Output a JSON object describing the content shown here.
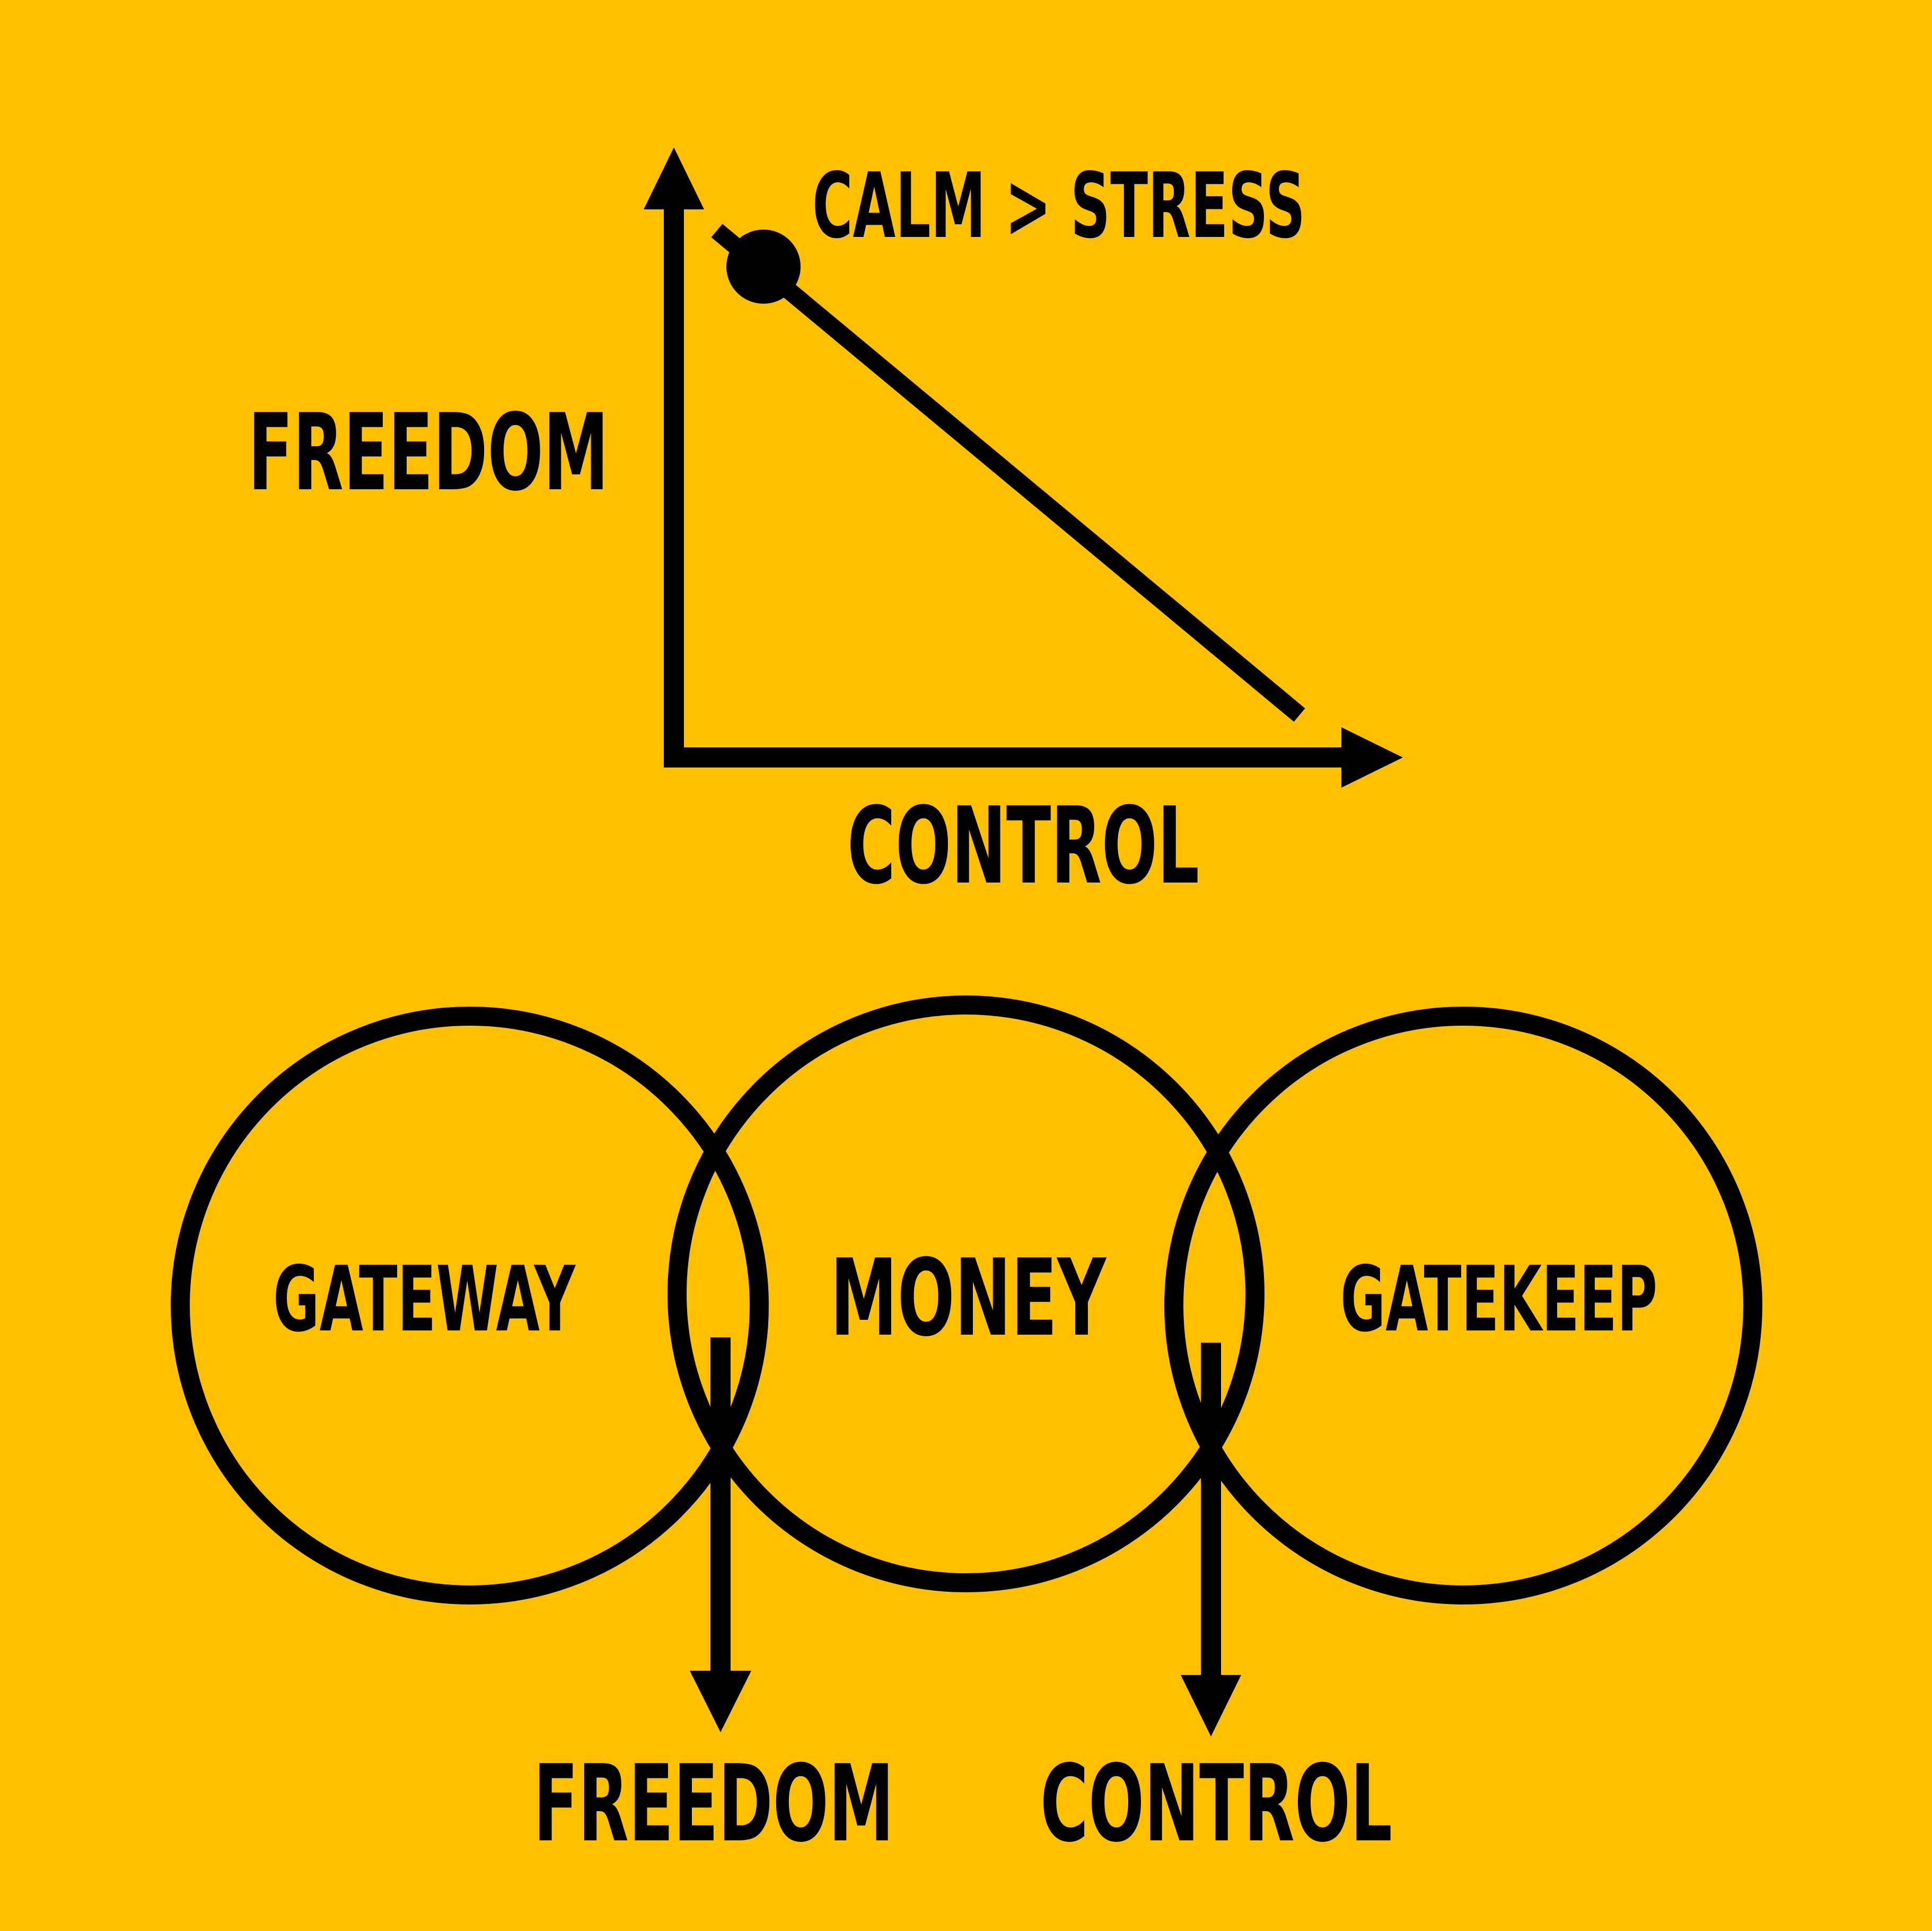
{
  "colors": {
    "background": "#FFC000",
    "ink": "#000000"
  },
  "top_diagram": {
    "annotation": "CALM > STRESS",
    "y_axis_label": "FREEDOM",
    "x_axis_label": "CONTROL"
  },
  "bottom_diagram": {
    "circles": [
      {
        "label": "GATEWAY"
      },
      {
        "label": "MONEY"
      },
      {
        "label": "GATEKEEP"
      }
    ],
    "outputs": [
      {
        "label": "FREEDOM"
      },
      {
        "label": "CONTROL"
      }
    ]
  }
}
